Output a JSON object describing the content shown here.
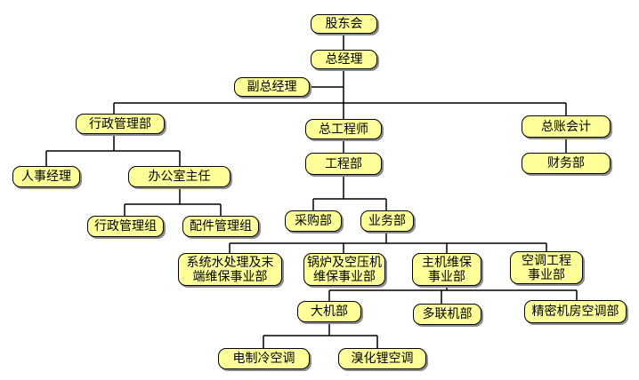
{
  "colors": {
    "node_fill": "#ffff99",
    "line": "#000000",
    "shadow": "#8c8c8c"
  },
  "nodes": {
    "shareholders": "股东会",
    "gm": "总经理",
    "deputy_gm": "副总经理",
    "admin_dept": "行政管理部",
    "chief_engineer": "总工程师",
    "chief_accountant": "总账会计",
    "hr_manager": "人事经理",
    "office_director": "办公室主任",
    "engineering_dept": "工程部",
    "finance_dept": "财务部",
    "admin_group": "行政管理组",
    "parts_group": "配件管理组",
    "purchasing_dept": "采购部",
    "business_dept": "业务部",
    "water_treatment": "系统水处理及末\n端维保事业部",
    "boiler_compressor": "锅炉及空压机\n维保事业部",
    "main_unit": "主机维保\n事业部",
    "ac_engineering": "空调工程\n事业部",
    "large_unit": "大机部",
    "vrf_dept": "多联机部",
    "precision_ac": "精密机房空调部",
    "electric_chiller": "电制冷空调",
    "lithium_bromide": "溴化锂空调"
  }
}
